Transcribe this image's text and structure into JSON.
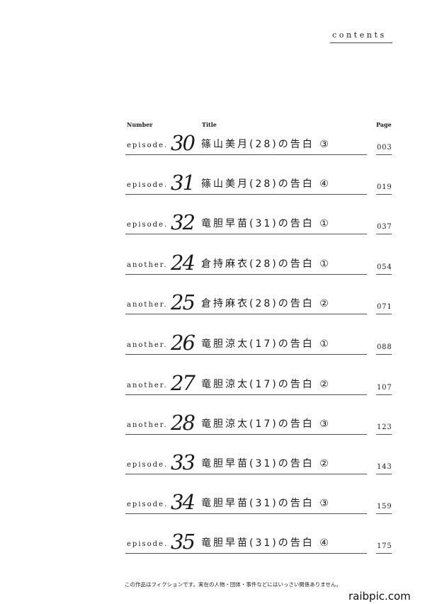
{
  "header": {
    "title": "contents"
  },
  "columns": {
    "number": "Number",
    "title": "Title",
    "page": "Page"
  },
  "rows": [
    {
      "kind": "episode.",
      "num": "30",
      "title": "篠山美月(28)の告白 ③",
      "page": "003"
    },
    {
      "kind": "episode.",
      "num": "31",
      "title": "篠山美月(28)の告白 ④",
      "page": "019"
    },
    {
      "kind": "episode.",
      "num": "32",
      "title": "竜胆早苗(31)の告白 ①",
      "page": "037"
    },
    {
      "kind": "another.",
      "num": "24",
      "title": "倉持麻衣(28)の告白 ①",
      "page": "054"
    },
    {
      "kind": "another.",
      "num": "25",
      "title": "倉持麻衣(28)の告白 ②",
      "page": "071"
    },
    {
      "kind": "another.",
      "num": "26",
      "title": "竜胆涼太(17)の告白 ①",
      "page": "088"
    },
    {
      "kind": "another.",
      "num": "27",
      "title": "竜胆涼太(17)の告白 ②",
      "page": "107"
    },
    {
      "kind": "another.",
      "num": "28",
      "title": "竜胆涼太(17)の告白 ③",
      "page": "123"
    },
    {
      "kind": "episode.",
      "num": "33",
      "title": "竜胆早苗(31)の告白 ②",
      "page": "143"
    },
    {
      "kind": "episode.",
      "num": "34",
      "title": "竜胆早苗(31)の告白 ③",
      "page": "159"
    },
    {
      "kind": "episode.",
      "num": "35",
      "title": "竜胆早苗(31)の告白 ④",
      "page": "175"
    }
  ],
  "footer": {
    "note": "この作品はフィクションです。実在の人物・団体・事件などにはいっさい関係ありません。"
  },
  "watermark": "raibpic.com"
}
